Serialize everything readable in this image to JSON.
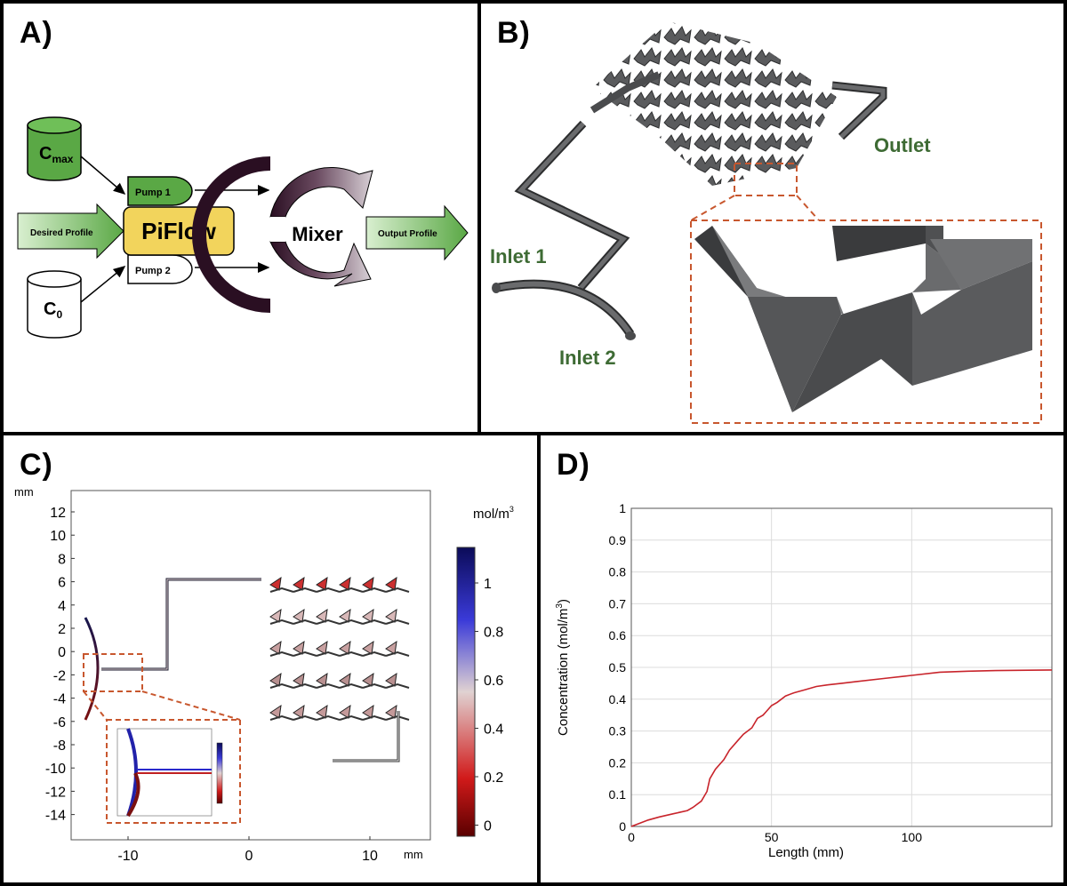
{
  "panel_a": {
    "label": "A)",
    "c_max_main": "C",
    "c_max_sub": "max",
    "c0_main": "C",
    "c0_sub": "0",
    "pump1": "Pump 1",
    "pump2": "Pump 2",
    "desired": "Desired Profile",
    "piflow": "PiFlow",
    "mixer": "Mixer",
    "output": "Output  Profile",
    "colors": {
      "green": "#5aa845",
      "yellow": "#f2d45c",
      "mixer_dark": "#3b1a2e"
    }
  },
  "panel_b": {
    "label": "B)",
    "outlet": "Outlet",
    "inlet1": "Inlet 1",
    "inlet2": "Inlet 2",
    "colors": {
      "label_green": "#3e6b34",
      "dash": "#c8572e",
      "grey": "#5a5b5d"
    }
  },
  "panel_c": {
    "label": "C)",
    "unit_y": "mm",
    "unit_x": "mm",
    "colorbar_unit": "mol/m",
    "colorbar_unit_sup": "3",
    "y_ticks": [
      "12",
      "10",
      "8",
      "6",
      "4",
      "2",
      "0",
      "-2",
      "-4",
      "-6",
      "-8",
      "-10",
      "-12",
      "-14"
    ],
    "x_ticks": [
      "-10",
      "0",
      "10"
    ],
    "colorbar_ticks": [
      "1",
      "0.8",
      "0.6",
      "0.4",
      "0.2",
      "0"
    ]
  },
  "panel_d": {
    "label": "D)",
    "chart_data": {
      "type": "line",
      "xlabel": "Length (mm)",
      "ylabel_main": "Concentration (mol/m",
      "ylabel_sup": "3",
      "ylabel_close": ")",
      "xlim": [
        0,
        150
      ],
      "ylim": [
        0,
        1
      ],
      "x_ticks": [
        "0",
        "50",
        "100"
      ],
      "y_ticks": [
        "0",
        "0.1",
        "0.2",
        "0.3",
        "0.4",
        "0.5",
        "0.6",
        "0.7",
        "0.8",
        "0.9",
        "1"
      ],
      "grid": true,
      "series": [
        {
          "color": "#c8242b",
          "x": [
            0,
            3,
            6,
            10,
            15,
            20,
            22,
            25,
            27,
            28,
            30,
            33,
            35,
            38,
            40,
            43,
            45,
            47,
            48,
            50,
            52,
            55,
            58,
            62,
            66,
            70,
            75,
            80,
            90,
            100,
            110,
            120,
            130,
            150
          ],
          "y": [
            0,
            0.01,
            0.02,
            0.03,
            0.04,
            0.05,
            0.06,
            0.08,
            0.11,
            0.15,
            0.18,
            0.21,
            0.24,
            0.27,
            0.29,
            0.31,
            0.34,
            0.35,
            0.36,
            0.38,
            0.39,
            0.41,
            0.42,
            0.43,
            0.44,
            0.445,
            0.45,
            0.455,
            0.465,
            0.475,
            0.485,
            0.488,
            0.49,
            0.492
          ]
        }
      ]
    }
  }
}
